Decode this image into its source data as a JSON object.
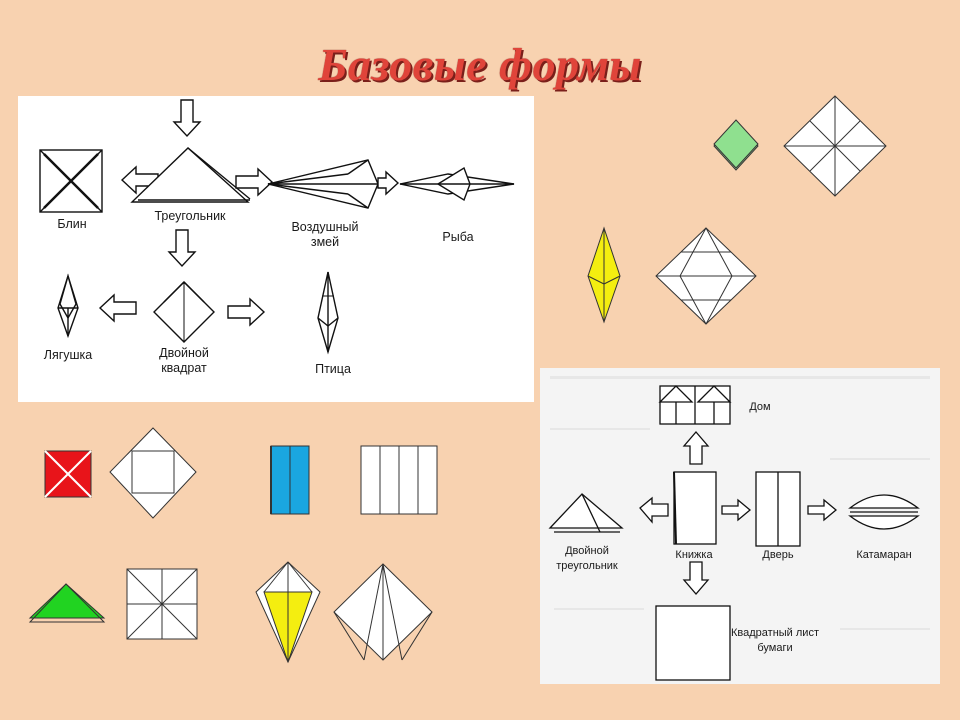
{
  "slide": {
    "title": "Базовые формы"
  },
  "panel_top": {
    "labels": {
      "blin": "Блин",
      "treugolnik": "Треугольник",
      "vozdushny_zmey": "Воздушный змей",
      "ryba": "Рыба",
      "lyagushka": "Лягушка",
      "dvoynoy_kvadrat": "Двойной квадрат",
      "ptitsa": "Птица"
    }
  },
  "panel_bottom": {
    "labels": {
      "dom": "Дом",
      "dvoynoy_treugolnik": "Двойной треугольник",
      "knizhka": "Книжка",
      "dver": "Дверь",
      "katamaran": "Катамаран",
      "kvadratny_list": "Квадратный лист бумаги"
    }
  },
  "colors": {
    "background": "#f8d2b0",
    "title": "#e0443a",
    "accent_green": "#8fe08f",
    "accent_red": "#e8141a",
    "accent_blue": "#1aa6e0",
    "accent_yellow": "#f4ee10",
    "accent_bright_green": "#21d321"
  }
}
